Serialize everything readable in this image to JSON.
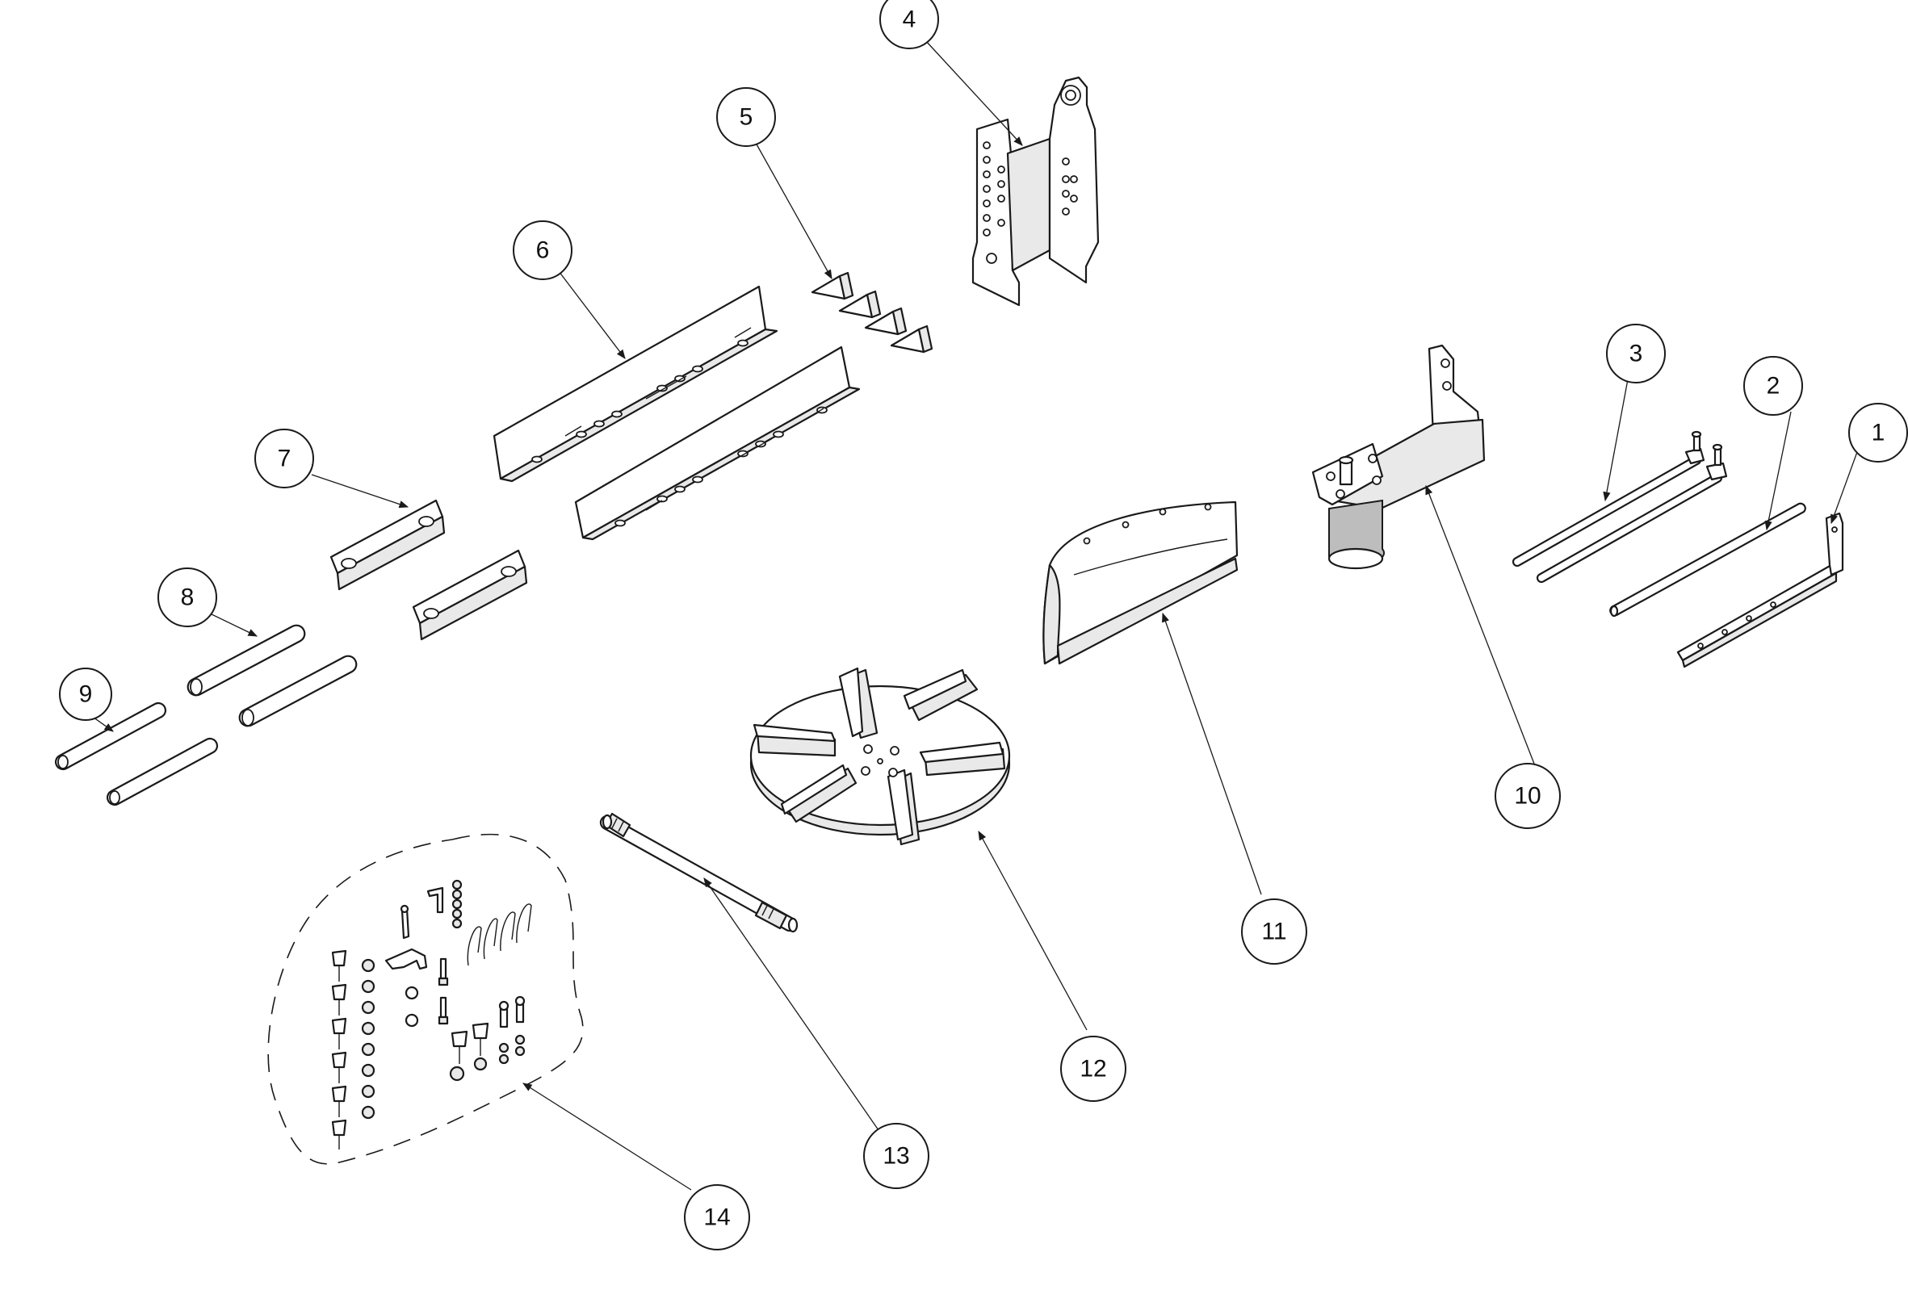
{
  "diagram": {
    "callouts": [
      {
        "label": "1"
      },
      {
        "label": "2"
      },
      {
        "label": "3"
      },
      {
        "label": "4"
      },
      {
        "label": "5"
      },
      {
        "label": "6"
      },
      {
        "label": "7"
      },
      {
        "label": "8"
      },
      {
        "label": "9"
      },
      {
        "label": "10"
      },
      {
        "label": "11"
      },
      {
        "label": "12"
      },
      {
        "label": "13"
      },
      {
        "label": "14"
      }
    ]
  }
}
